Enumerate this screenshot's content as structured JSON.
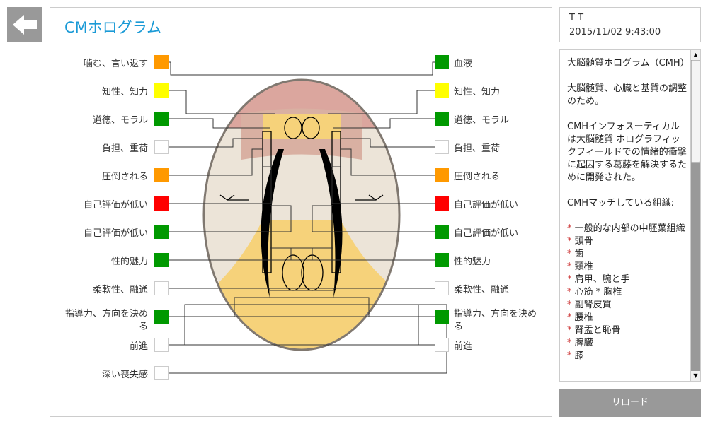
{
  "header": {
    "title": "CMホログラム",
    "back_icon": "arrow-left-icon"
  },
  "user": {
    "name": "T T",
    "datetime": "2015/11/02 9:43:00"
  },
  "colors": {
    "orange": "#ff9900",
    "yellow": "#ffff00",
    "green": "#009900",
    "red": "#ff0000",
    "white": "#ffffff"
  },
  "left_items": [
    {
      "label": "噛む、言い返す",
      "status": "orange"
    },
    {
      "label": "知性、知力",
      "status": "yellow"
    },
    {
      "label": "道徳、モラル",
      "status": "green"
    },
    {
      "label": "負担、重荷",
      "status": "white"
    },
    {
      "label": "圧倒される",
      "status": "orange"
    },
    {
      "label": "自己評価が低い",
      "status": "red"
    },
    {
      "label": "自己評価が低い",
      "status": "green"
    },
    {
      "label": "性的魅力",
      "status": "green"
    },
    {
      "label": "柔軟性、融通",
      "status": "white"
    },
    {
      "label": "指導力、方向を決める",
      "status": "green"
    },
    {
      "label": "前進",
      "status": "white"
    },
    {
      "label": "深い喪失感",
      "status": "white"
    }
  ],
  "right_items": [
    {
      "label": "血液",
      "status": "green"
    },
    {
      "label": "知性、知力",
      "status": "yellow"
    },
    {
      "label": "道徳、モラル",
      "status": "green"
    },
    {
      "label": "負担、重荷",
      "status": "white"
    },
    {
      "label": "圧倒される",
      "status": "orange"
    },
    {
      "label": "自己評価が低い",
      "status": "red"
    },
    {
      "label": "自己評価が低い",
      "status": "green"
    },
    {
      "label": "性的魅力",
      "status": "green"
    },
    {
      "label": "柔軟性、融通",
      "status": "white"
    },
    {
      "label": "指導力、方向を決める",
      "status": "green"
    },
    {
      "label": "前進",
      "status": "white"
    }
  ],
  "info": {
    "title": "大脳髄質ホログラム（CMH）",
    "para1": "大脳髄質、心臓と基質の調整のため。",
    "para2": "CMHインフォスーティカルは大脳髄質 ホログラフィックフィールドでの情緒的衝撃に起因する葛藤を解決するために開発された。",
    "para3": "CMHマッチしている組織:",
    "tissues": [
      "一般的な内部の中胚葉組織",
      "頭骨",
      "歯",
      "頸椎",
      "肩甲、腕と手",
      "心筋 * 胸椎",
      "副腎皮質",
      "腰椎",
      "腎盂と恥骨",
      "脾臓",
      "膝"
    ]
  },
  "reload_label": "リロード"
}
